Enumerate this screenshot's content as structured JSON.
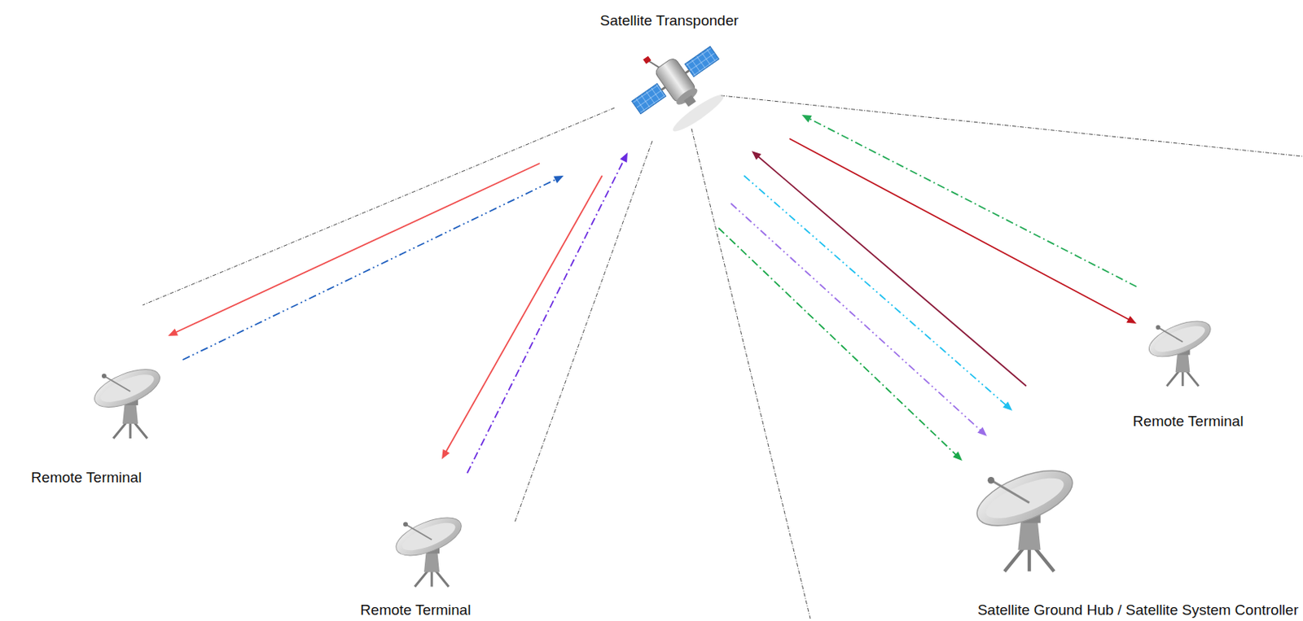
{
  "diagram": {
    "nodes": [
      {
        "text": [
          "Satellite Transponder"
        ]
      },
      {
        "text": [
          "Remote Terminal"
        ]
      },
      {
        "text": [
          "Remote Terminal"
        ]
      },
      {
        "text": [
          "Remote Terminal"
        ]
      },
      {
        "text": [
          "Satellite Ground Hub / Satellite System Controller"
        ]
      }
    ],
    "edges": [
      {
        "from": 0,
        "to": 2,
        "arrow": "to"
      },
      {
        "from": 2,
        "to": 0,
        "arrow": "to"
      },
      {
        "from": 0,
        "to": 3,
        "arrow": "to"
      },
      {
        "from": 3,
        "to": 0,
        "arrow": "to"
      },
      {
        "from": 0,
        "to": 4,
        "arrow": "to"
      },
      {
        "from": 0,
        "to": 4,
        "arrow": "to"
      },
      {
        "from": 0,
        "to": 4,
        "arrow": "to"
      },
      {
        "from": 4,
        "to": 0,
        "arrow": "to"
      },
      {
        "from": 0,
        "to": 1,
        "arrow": "to"
      },
      {
        "from": 1,
        "to": 0,
        "arrow": "to"
      }
    ]
  }
}
